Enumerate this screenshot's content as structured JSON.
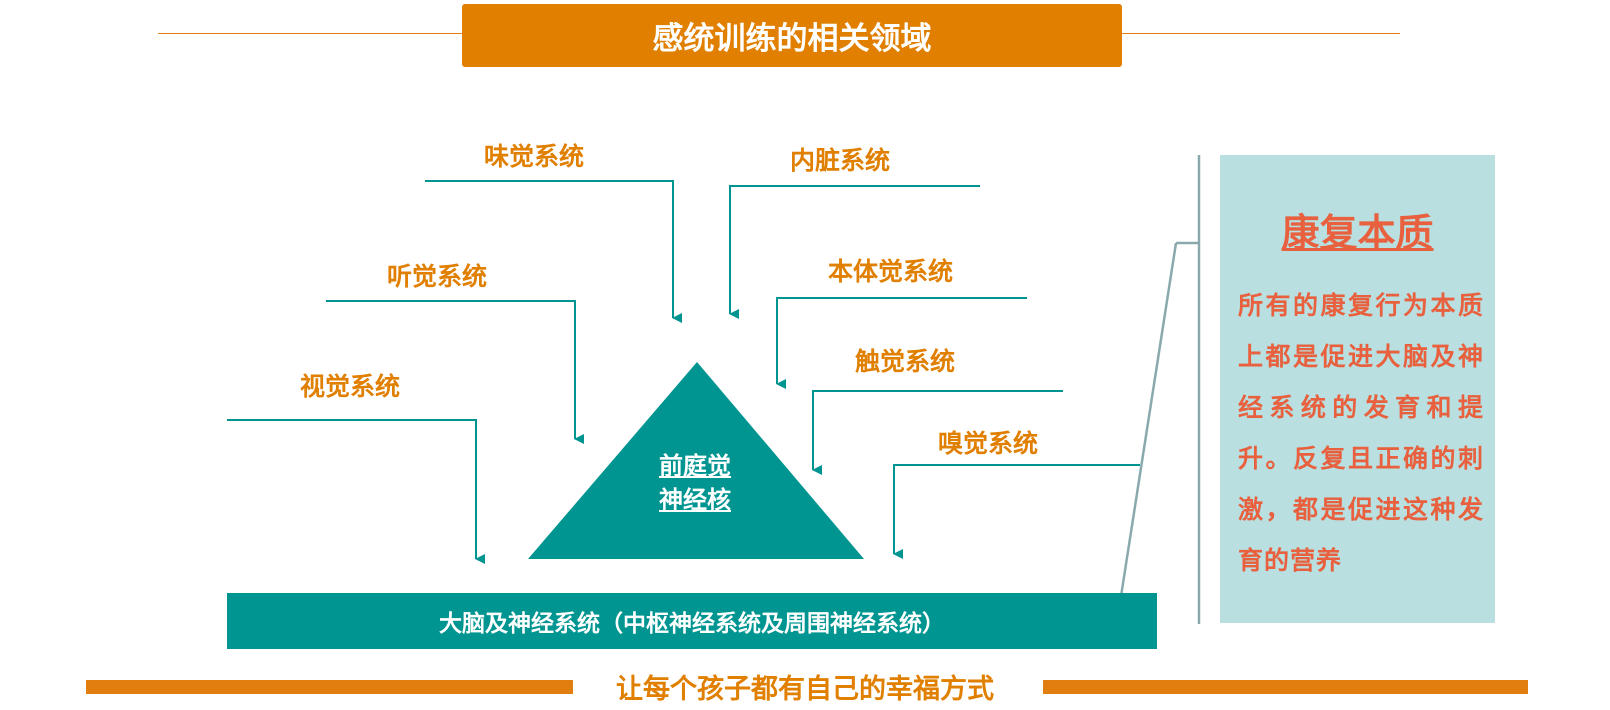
{
  "header": {
    "title": "感统训练的相关领域"
  },
  "systems": {
    "taste": "味觉系统",
    "visceral": "内脏系统",
    "hearing": "听觉系统",
    "proprioception": "本体觉系统",
    "vision": "视觉系统",
    "touch": "触觉系统",
    "smell": "嗅觉系统"
  },
  "core": {
    "line1": "前庭觉",
    "line2": "神经核"
  },
  "brain_bar": {
    "label": "大脑及神经系统（中枢神经系统及周围神经系统）"
  },
  "rehab": {
    "title": "康复本质",
    "body": "所有的康复行为本质上都是促进大脑及神经系统的发育和提升。反复且正确的刺激，都是促进这种发育的营养"
  },
  "footer": {
    "slogan": "让每个孩子都有自己的幸福方式"
  },
  "colors": {
    "orange": "#e07f00",
    "teal": "#009590",
    "rehab_bg": "#b9dfe1",
    "rehab_text": "#e8603d"
  }
}
